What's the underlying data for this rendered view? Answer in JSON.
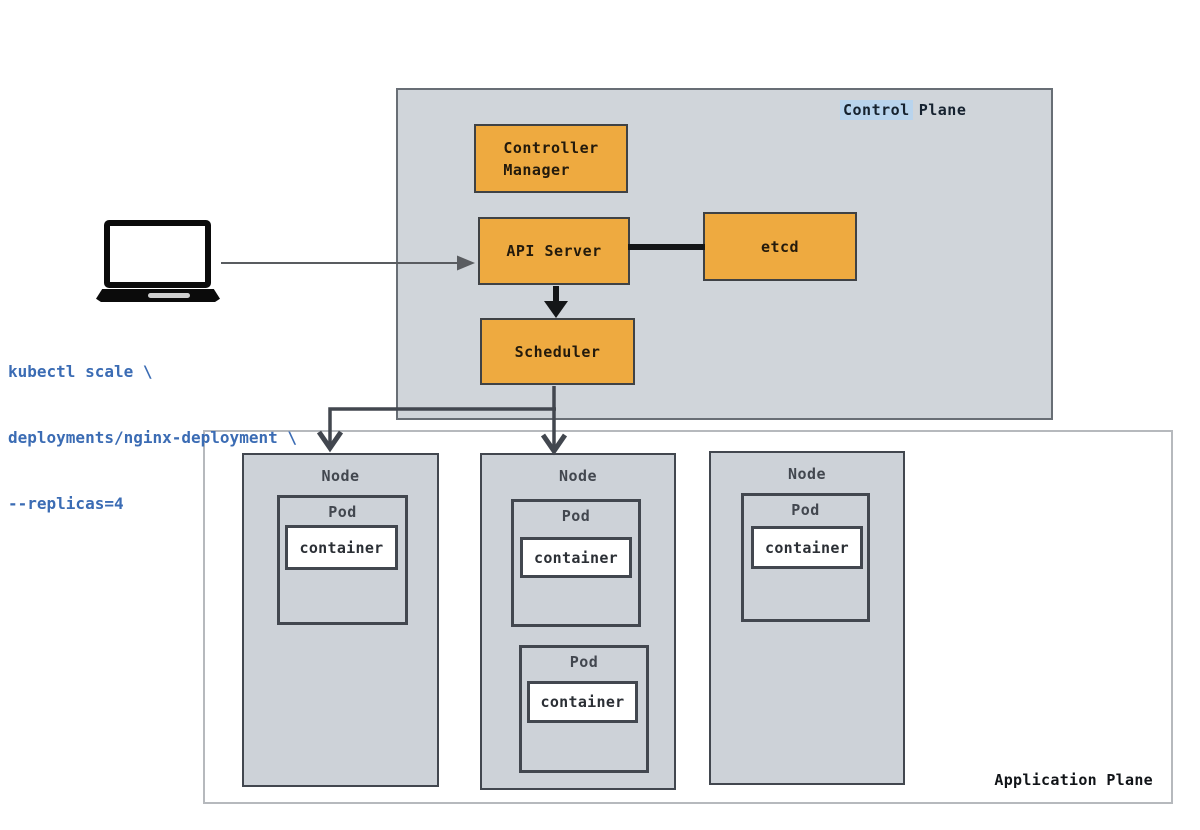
{
  "colors": {
    "accent_orange": "#eeaa40",
    "plane_gray": "#d0d5da",
    "node_gray": "#cdd2d8",
    "border_dark": "#42474f",
    "highlight_blue": "#b9d4ed",
    "command_blue": "#3b6cb4",
    "arrow_black": "#141618",
    "arrow_gray": "#595c60"
  },
  "icons": {
    "laptop": "laptop-icon"
  },
  "command": {
    "lines": {
      "0": "kubectl scale \\",
      "1": "deployments/nginx-deployment \\",
      "2": "--replicas=4"
    }
  },
  "control_plane": {
    "label_highlight": "Control",
    "label_rest": "Plane",
    "components": {
      "controller_manager": {
        "lines": {
          "0": "Controller",
          "1": "Manager"
        }
      },
      "api_server": {
        "label": "API Server"
      },
      "etcd": {
        "label": "etcd"
      },
      "scheduler": {
        "label": "Scheduler"
      }
    }
  },
  "application_plane": {
    "label": "Application Plane",
    "nodes": [
      {
        "label": "Node",
        "pods": [
          {
            "label": "Pod",
            "container": "container"
          }
        ]
      },
      {
        "label": "Node",
        "pods": [
          {
            "label": "Pod",
            "container": "container"
          },
          {
            "label": "Pod",
            "container": "container"
          }
        ]
      },
      {
        "label": "Node",
        "pods": [
          {
            "label": "Pod",
            "container": "container"
          }
        ]
      }
    ]
  }
}
